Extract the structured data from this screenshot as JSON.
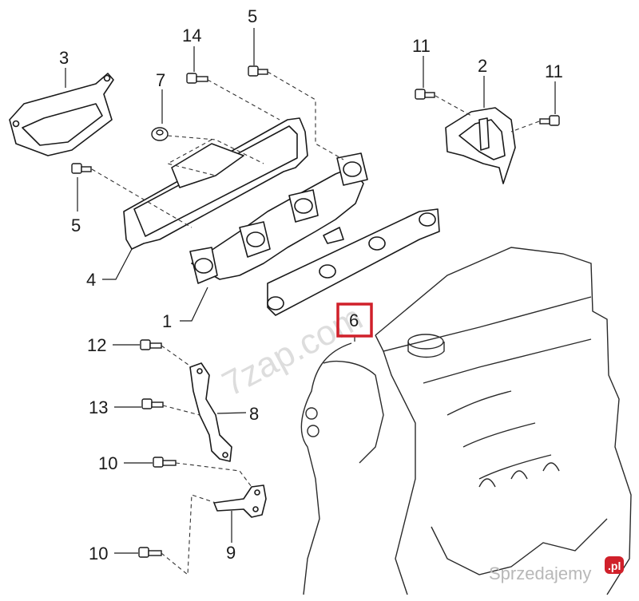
{
  "callouts": [
    "1",
    "2",
    "3",
    "4",
    "5",
    "5",
    "6",
    "7",
    "8",
    "9",
    "10",
    "10",
    "11",
    "11",
    "12",
    "13",
    "14"
  ],
  "watermark": "7zap.com",
  "brand": {
    "text": "Sprzedajemy",
    "badge": ".pl",
    "badge_color": "#d0202a"
  },
  "highlight": {
    "part": "6",
    "color": "#d0202a"
  }
}
